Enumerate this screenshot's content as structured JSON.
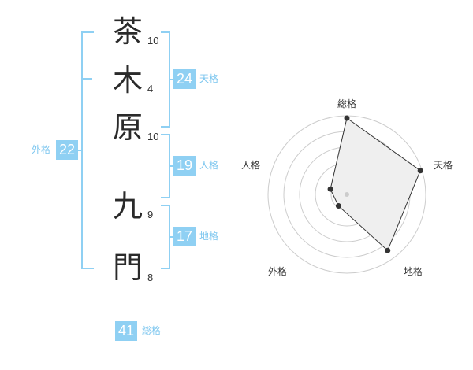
{
  "name": {
    "chars": [
      {
        "char": "茶",
        "strokes": "10"
      },
      {
        "char": "木",
        "strokes": "4"
      },
      {
        "char": "原",
        "strokes": "10"
      },
      {
        "char": "九",
        "strokes": "9"
      },
      {
        "char": "門",
        "strokes": "8"
      }
    ]
  },
  "fortune": {
    "tenkaku": {
      "value": "24",
      "label": "天格"
    },
    "jinkaku": {
      "value": "19",
      "label": "人格"
    },
    "chikaku": {
      "value": "17",
      "label": "地格"
    },
    "gaikaku": {
      "value": "22",
      "label": "外格"
    },
    "soukaku": {
      "value": "41",
      "label": "総格"
    }
  },
  "radar": {
    "axes": [
      "総格",
      "天格",
      "地格",
      "外格",
      "人格"
    ],
    "values": [
      0.97,
      0.98,
      0.88,
      0.18,
      0.22
    ],
    "fill_color": "#efefef",
    "line_color": "#333333",
    "grid_color": "#cccccc"
  },
  "colors": {
    "accent": "#8fd0f3",
    "accent_text": "#7cc6ef"
  }
}
